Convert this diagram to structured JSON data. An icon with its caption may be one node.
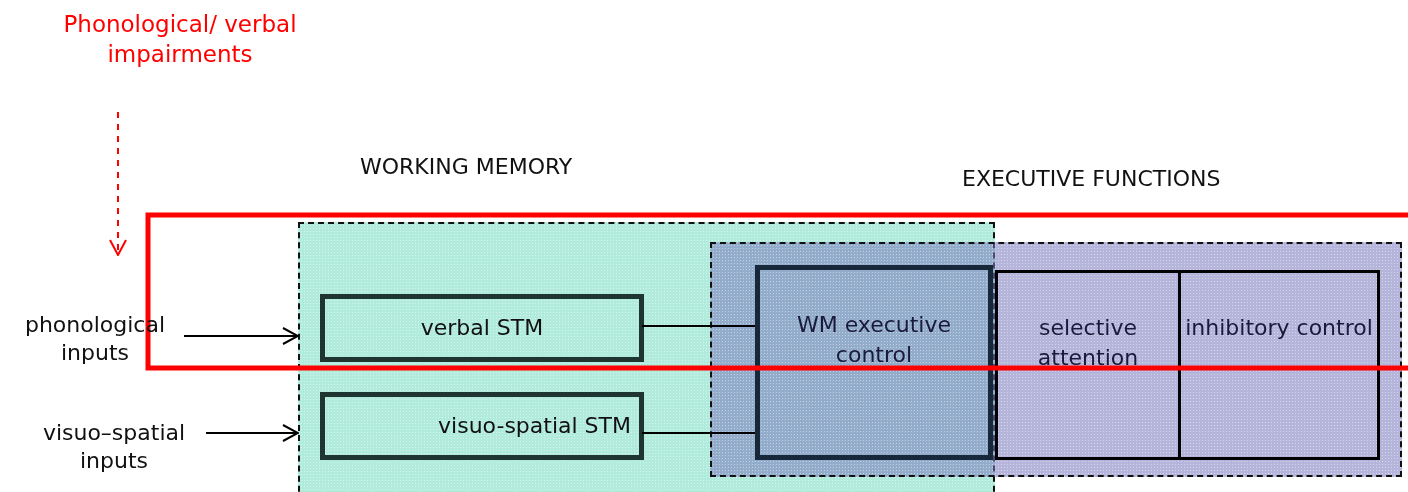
{
  "diagram": {
    "nodes": [
      {
        "text": [
          "Phonological/ verbal impairments"
        ]
      },
      {
        "text": [
          "phonological inputs"
        ]
      },
      {
        "text": [
          "visuo–spatial inputs"
        ]
      },
      {
        "text": [
          "WORKING MEMORY"
        ]
      },
      {
        "text": [
          "EXECUTIVE FUNCTIONS"
        ]
      },
      {
        "text": [
          "verbal  STM"
        ],
        "in": 3
      },
      {
        "text": [
          "visuo-spatial STM"
        ],
        "in": 3
      },
      {
        "text": [
          "WM executive control"
        ]
      },
      {
        "text": [
          "selective attention"
        ],
        "in": 4
      },
      {
        "text": [
          "inhibitory control"
        ],
        "in": 4
      }
    ],
    "edges": [
      {
        "from": 0,
        "to": null,
        "arrow": "to",
        "style": "dashed",
        "color": "#ff0000"
      },
      {
        "from": 1,
        "to": 3,
        "arrow": "to"
      },
      {
        "from": 2,
        "to": 3,
        "arrow": "to"
      },
      {
        "from": 5,
        "to": 7,
        "arrow": "none"
      },
      {
        "from": 6,
        "to": 7,
        "arrow": "none"
      }
    ]
  }
}
